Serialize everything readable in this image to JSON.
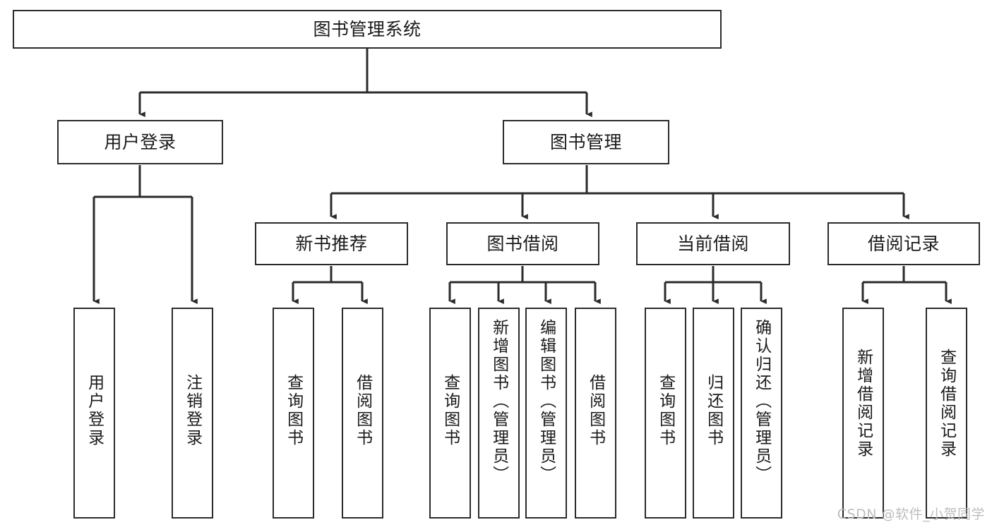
{
  "diagram": {
    "title": "图书管理系统",
    "type": "tree-hierarchy",
    "watermark": "CSDN @软件_小贺同学",
    "colors": {
      "stroke": "#2b2b2b",
      "fill": "#ffffff",
      "text": "#1a1a1a",
      "watermark": "#bdbdbd"
    },
    "nodes": {
      "root": {
        "label": "图书管理系统"
      },
      "level2": [
        {
          "label": "用户登录"
        },
        {
          "label": "图书管理"
        }
      ],
      "level3": [
        {
          "label": "新书推荐"
        },
        {
          "label": "图书借阅"
        },
        {
          "label": "当前借阅"
        },
        {
          "label": "借阅记录"
        }
      ],
      "leaves": {
        "user_login": [
          {
            "label": "用户登录"
          },
          {
            "label": "注销登录"
          }
        ],
        "new_book": [
          {
            "label": "查询图书"
          },
          {
            "label": "借阅图书"
          }
        ],
        "book_borrow": [
          {
            "label": "查询图书"
          },
          {
            "label": "新增图书（管理员）"
          },
          {
            "label": "编辑图书（管理员）"
          },
          {
            "label": "借阅图书"
          }
        ],
        "current_borrow": [
          {
            "label": "查询图书"
          },
          {
            "label": "归还图书"
          },
          {
            "label": "确认归还（管理员）"
          }
        ],
        "borrow_record": [
          {
            "label": "新增借阅记录"
          },
          {
            "label": "查询借阅记录"
          }
        ]
      }
    }
  }
}
